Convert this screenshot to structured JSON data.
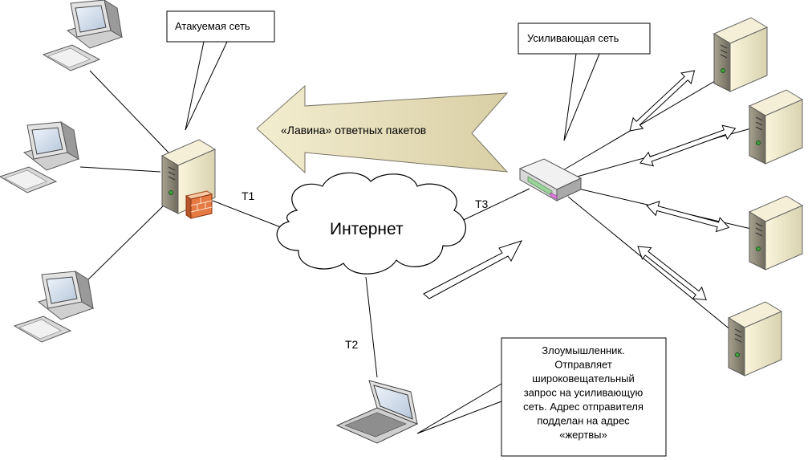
{
  "callouts": {
    "attacked_network": "Атакуемая сеть",
    "amplifier_network": "Усиливающая сеть",
    "attacker_lines": [
      "Злоумышленник.",
      "Отправляет",
      "широковещательный",
      "запрос на усиливающую",
      "сеть. Адрес отправителя",
      "подделан на адрес",
      "«жертвы»"
    ]
  },
  "cloud_label": "Интернет",
  "avalanche_label": "«Лавина» ответных пакетов",
  "links": {
    "t1": "T1",
    "t2": "T2",
    "t3": "T3"
  }
}
